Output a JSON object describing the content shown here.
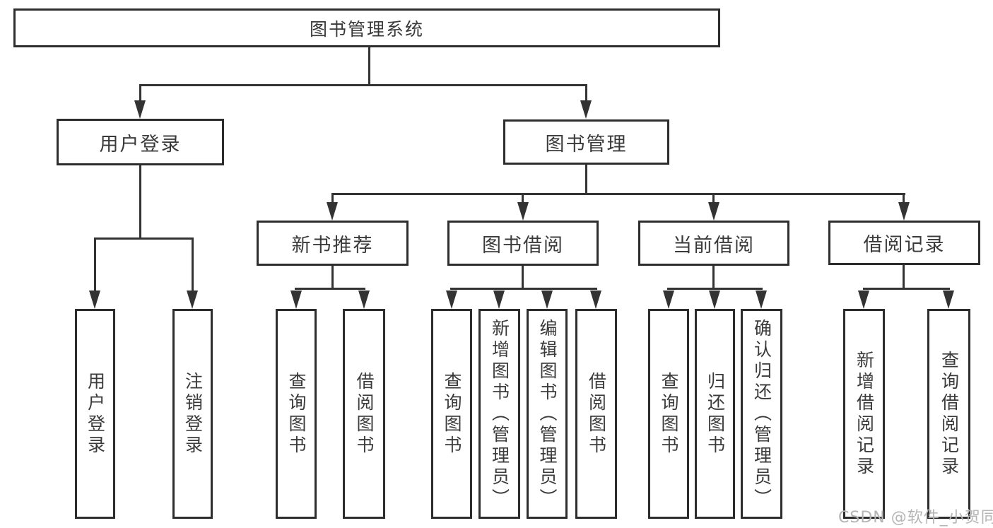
{
  "tree": {
    "root": "图书管理系统",
    "user_login": {
      "label": "用户登录",
      "leaves": [
        "用户登录",
        "注销登录"
      ]
    },
    "book_management": {
      "label": "图书管理",
      "groups": [
        {
          "label": "新书推荐",
          "leaves": [
            "查询图书",
            "借阅图书"
          ]
        },
        {
          "label": "图书借阅",
          "leaves": [
            "查询图书",
            "新增图书（管理员）",
            "编辑图书（管理员）",
            "借阅图书"
          ]
        },
        {
          "label": "当前借阅",
          "leaves": [
            "查询图书",
            "归还图书",
            "确认归还（管理员）"
          ]
        },
        {
          "label": "借阅记录",
          "leaves": [
            "新增借阅记录",
            "查询借阅记录"
          ]
        }
      ]
    }
  },
  "watermark": {
    "text": "CSDN @软件_小贺同学"
  },
  "colors": {
    "line": "#333333",
    "border": "#2d2d2d",
    "text": "#3a3a3a",
    "watermark": "#b5b5b5",
    "background": "#ffffff"
  }
}
